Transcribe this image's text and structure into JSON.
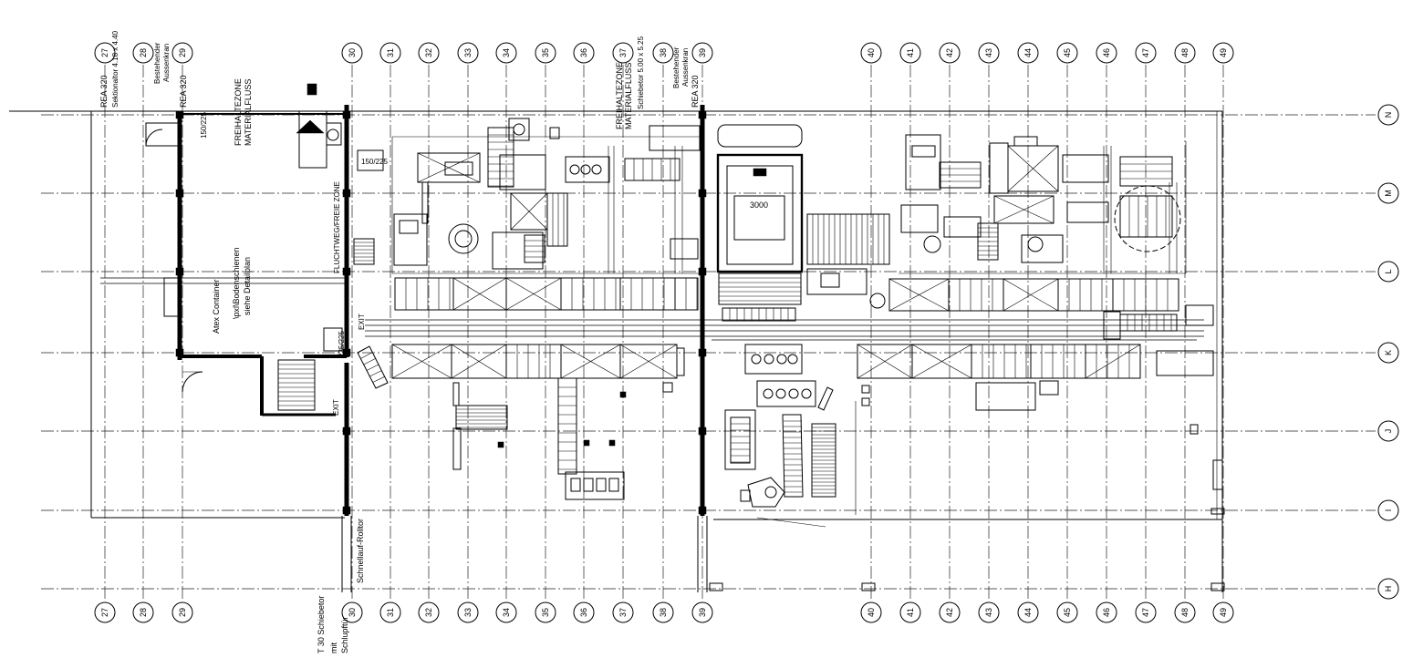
{
  "drawing": {
    "columns": [
      "27",
      "28",
      "29",
      "30",
      "31",
      "32",
      "33",
      "34",
      "35",
      "36",
      "37",
      "38",
      "39",
      "40",
      "41",
      "42",
      "43",
      "44",
      "45",
      "46",
      "47",
      "48",
      "49"
    ],
    "rows": [
      "N",
      "M",
      "L",
      "K",
      "J",
      "I",
      "H"
    ],
    "labels": {
      "rea_27": "REA 320",
      "sektionaltor": "Sektionaltor 4.18 x 4.40",
      "kran_left_line1": "Bestehender",
      "kran_left_line2": "Aussenkran",
      "rea_29": "REA 320",
      "freihaltezone_left": "FREIHALTEZONE",
      "materialfluss_left": "MATERIALFLUSS",
      "dim_150_225_a": "150/225",
      "dim_150_225_b": "150/225",
      "dim_225_225": "225/225",
      "bodenschienen": "\\pxl\\Bodenschienen",
      "detailplan": "siehe Detailplan",
      "atex": "Atex Container",
      "fluchtweg": "FLUCHTWEG/FREIE ZONE",
      "exit_upper": "EXIT",
      "exit_lower": "EXIT",
      "schnellauf": "Schnellauf-Rolltor",
      "schiebetor_bottom": "T 30 Schiebetor",
      "mit": "mit",
      "schlupftuer": "Schlupftür",
      "freihaltezone_right": "FREIHALTEZONE",
      "materialfluss_right": "MATERIALFLUSS",
      "schiebetor_top": "Schiebetor 5.00 x 5.25",
      "kran_right_line1": "Bestehender",
      "kran_right_line2": "Aussenkran",
      "rea_39": "REA 320",
      "dim_3000": "3000"
    }
  }
}
